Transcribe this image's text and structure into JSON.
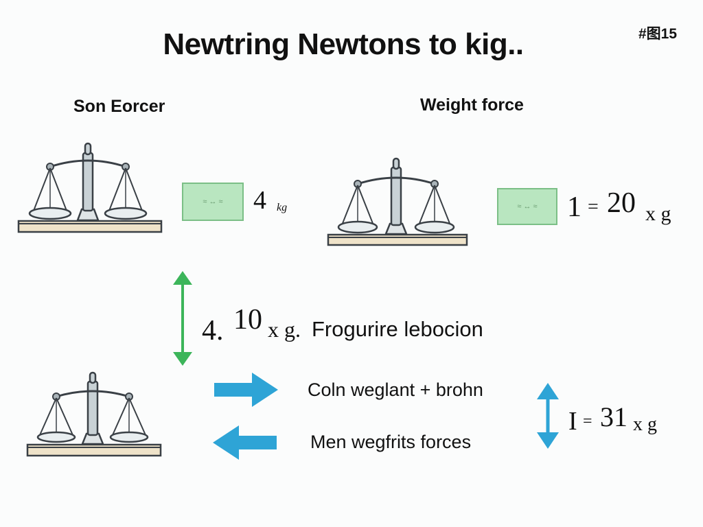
{
  "title": "Newtring Newtons to kig..",
  "badge": "#图15",
  "labels": {
    "left": "Son Eorcer",
    "right": "Weight force"
  },
  "card_text": "≈ ↔ ≈",
  "eq1": {
    "num": "4",
    "unit": "kg"
  },
  "eq2": {
    "lhs": "1",
    "op": "=",
    "num": "20",
    "unit": "x g"
  },
  "eq3": {
    "lhs": "4.",
    "num": "10",
    "unit": "x g.",
    "text": "Frogurire lebocion"
  },
  "eq4": {
    "lhs": "I",
    "op": "=",
    "num": "31",
    "unit": "x g"
  },
  "rows": {
    "row1": "Coln weglant + brohn",
    "row2": "Men wegfrits forces"
  },
  "colors": {
    "green_arrow": "#3cb55a",
    "blue_arrow": "#2ea4d6",
    "scale_stroke": "#3a4046",
    "base_fill": "#efe3c9",
    "card_fill": "#b9e6c0"
  }
}
